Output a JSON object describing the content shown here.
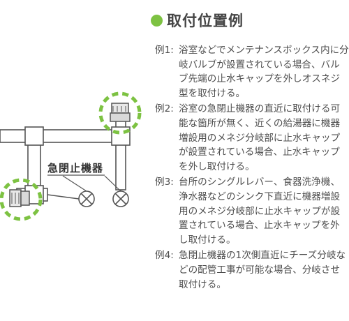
{
  "heading": {
    "text": "取付位置例"
  },
  "colors": {
    "accent": "#7dc242",
    "pipe_fill": "#ffffff",
    "pipe_stroke": "#555555",
    "valve_fill": "#e8e8e8"
  },
  "diagram": {
    "callout_label": "急閉止機器",
    "icons": [
      "faucet-valve-icon",
      "valve-x-icon",
      "branch-valve-icon"
    ]
  },
  "examples": [
    {
      "label": "例1:",
      "text": "浴室などでメンテナンスボックス内に分岐バルブが設置されている場合、バルブ先端の止水キャップを外しオスネジ型を取付ける。"
    },
    {
      "label": "例2:",
      "text": "浴室の急閉止機器の直近に取付ける可能な箇所が無く、近くの給湯器に機器増設用のメネジ分岐部に止水キャップが設置されている場合、止水キャップを外し取付ける。"
    },
    {
      "label": "例3:",
      "text": "台所のシングルレバー、食器洗浄機、浄水器などのシンク下直近に機器増設用のメネジ分岐部に止水キャップが設置されている場合、止水キャップを外し取付ける。"
    },
    {
      "label": "例4:",
      "text": "急閉止機器の1次側直近にチーズ分岐などの配管工事が可能な場合、分岐させ取付ける。"
    }
  ]
}
